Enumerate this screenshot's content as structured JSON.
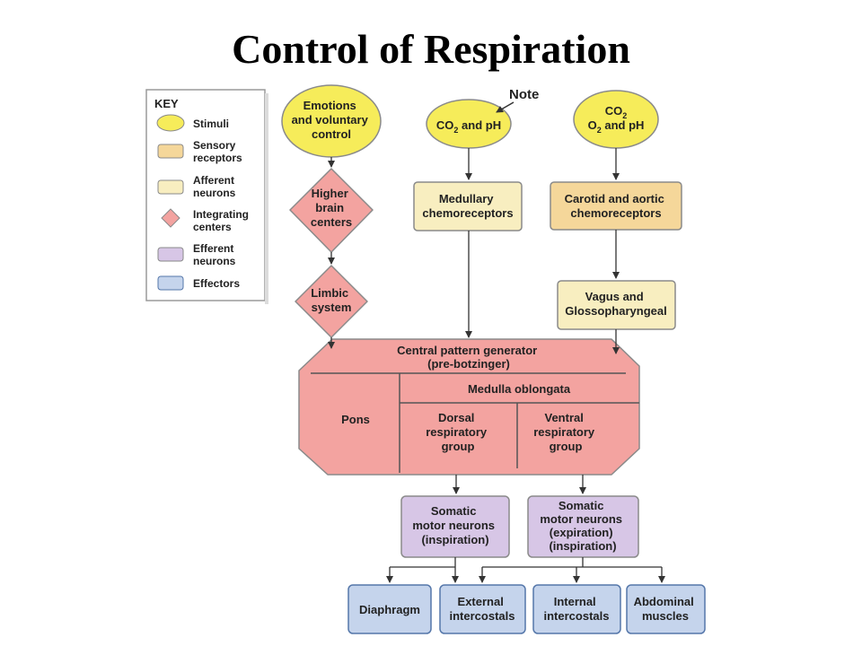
{
  "title": "Control of Respiration",
  "colors": {
    "stimuli": "#f6ec5a",
    "sensory": "#f5d79a",
    "afferent": "#f8eec0",
    "integrating": "#f3a3a0",
    "efferent": "#d7c6e6",
    "effectors": "#c5d4ec",
    "border": "#8a8a8a",
    "arrow": "#333333"
  },
  "key": {
    "heading": "KEY",
    "items": [
      {
        "lines": [
          "Stimuli"
        ]
      },
      {
        "lines": [
          "Sensory",
          "receptors"
        ]
      },
      {
        "lines": [
          "Afferent",
          "neurons"
        ]
      },
      {
        "lines": [
          "Integrating",
          "centers"
        ]
      },
      {
        "lines": [
          "Efferent",
          "neurons"
        ]
      },
      {
        "lines": [
          "Effectors"
        ]
      }
    ]
  },
  "stimuli": {
    "emotions": [
      "Emotions",
      "and voluntary",
      "control"
    ],
    "co2ph": {
      "pre": "CO",
      "sub": "2",
      "post": " and pH"
    },
    "note": "Note",
    "co2o2": {
      "line1": "CO",
      "line1_sub": "2",
      "line2": "O",
      "line2_sub": "2",
      "line2_post": " and pH"
    }
  },
  "nodes": {
    "higher_brain": [
      "Higher",
      "brain",
      "centers"
    ],
    "limbic": [
      "Limbic",
      "system"
    ],
    "medullary": [
      "Medullary",
      "chemoreceptors"
    ],
    "carotid": [
      "Carotid and aortic",
      "chemoreceptors"
    ],
    "vagus": [
      "Vagus and",
      "Glossopharyngeal"
    ]
  },
  "central": {
    "header": [
      "Central pattern generator",
      "(pre-botzinger)"
    ],
    "pons": "Pons",
    "medulla": "Medulla oblongata",
    "dorsal": [
      "Dorsal",
      "respiratory",
      "group"
    ],
    "ventral": [
      "Ventral",
      "respiratory",
      "group"
    ]
  },
  "motor": {
    "inspiration": [
      "Somatic",
      "motor neurons",
      "(inspiration)"
    ],
    "expiration": [
      "Somatic",
      "motor neurons",
      "(expiration)",
      "(inspiration)"
    ]
  },
  "effectors": {
    "diaphragm": [
      "Diaphragm"
    ],
    "external": [
      "External",
      "intercostals"
    ],
    "internal": [
      "Internal",
      "intercostals"
    ],
    "abdominal": [
      "Abdominal",
      "muscles"
    ]
  }
}
